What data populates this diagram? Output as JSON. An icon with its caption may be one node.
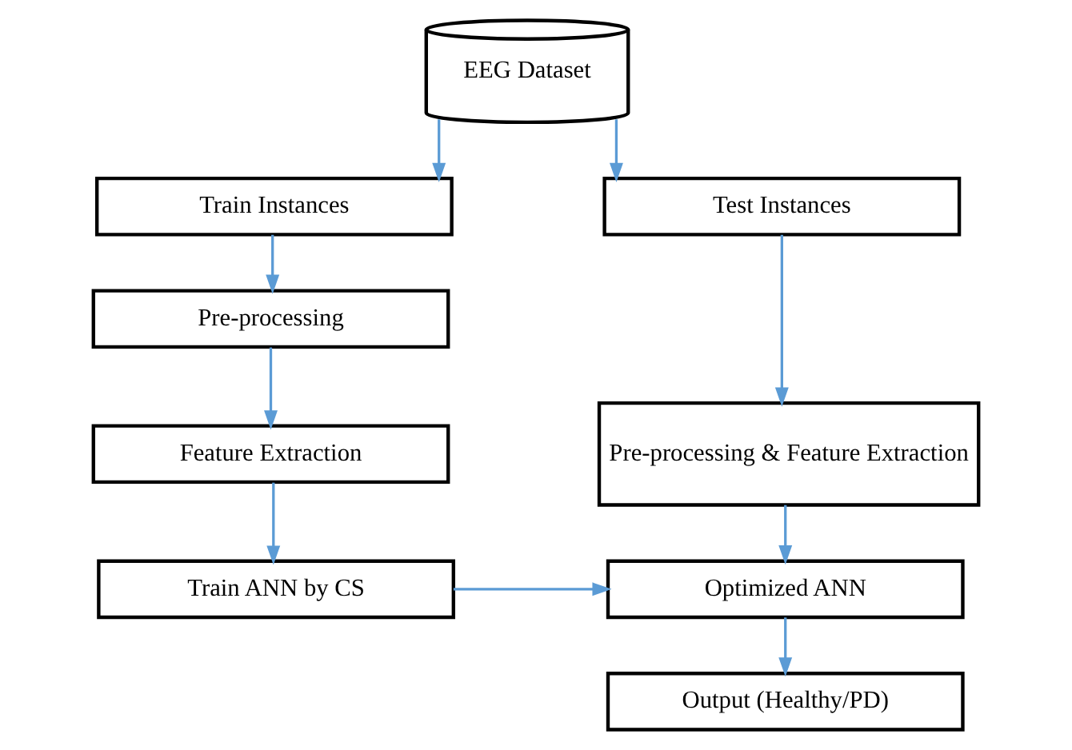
{
  "diagram": {
    "nodes": [
      {
        "text": [
          "EEG Dataset"
        ]
      },
      {
        "text": [
          "Train Instances"
        ]
      },
      {
        "text": [
          "Test Instances"
        ]
      },
      {
        "text": [
          "Pre-processing"
        ]
      },
      {
        "text": [
          "Feature Extraction"
        ]
      },
      {
        "text": [
          "Train ANN by CS"
        ]
      },
      {
        "text": [
          "Pre-processing & Feature Extraction"
        ]
      },
      {
        "text": [
          "Optimized ANN"
        ]
      },
      {
        "text": [
          "Output (Healthy/PD)"
        ]
      }
    ],
    "edges": [
      {
        "from": 0,
        "to": 1,
        "arrow": "to"
      },
      {
        "from": 0,
        "to": 2,
        "arrow": "to"
      },
      {
        "from": 1,
        "to": 3,
        "arrow": "to"
      },
      {
        "from": 3,
        "to": 4,
        "arrow": "to"
      },
      {
        "from": 4,
        "to": 5,
        "arrow": "to"
      },
      {
        "from": 2,
        "to": 6,
        "arrow": "to"
      },
      {
        "from": 6,
        "to": 7,
        "arrow": "to"
      },
      {
        "from": 5,
        "to": 7,
        "arrow": "to"
      },
      {
        "from": 7,
        "to": 8,
        "arrow": "to"
      }
    ]
  }
}
